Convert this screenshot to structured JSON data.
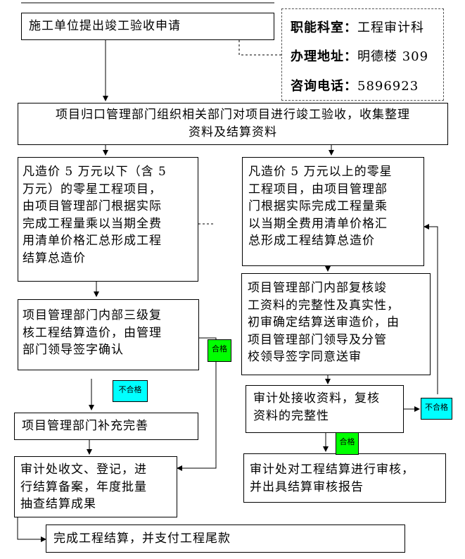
{
  "contact": {
    "dept_label": "职能科室：",
    "dept_value": "工程审计科",
    "addr_label": "办理地址：",
    "addr_value": "明德楼 309",
    "phone_label": "咨询电话：",
    "phone_value": "5896923"
  },
  "steps": {
    "apply": "施工单位提出竣工验收申请",
    "organize": "项目归口管理部门组织相关部门对项目进行竣工验收，收集整理\n资料及结算资料",
    "under5": "凡造价 5 万元以下（含 5\n万元）的零星工程项目，\n由项目管理部门根据实际\n完成工程量乘以当期全费\n用清单价格汇总形成工程\n结算总造价",
    "over5": "凡造价 5 万元以上的零星\n工程项目，由项目管理部\n门根据实际完成工程量乘\n以当期全费用清单价格汇\n总形成工程结算总造价",
    "three_level": "项目管理部门内部三级复\n核工程结算造价，由管理\n部门领导签字确认",
    "internal_review": "项目管理部门内部复核竣\n工资料的完整性及真实性，\n初审确定结算送审造价，由\n项目管理部门领导及分管\n校领导签字同意送审",
    "supplement": "项目管理部门补充完善",
    "receive": "审计处接收资料，复核\n资料的完整性",
    "record": "审计处收文、登记，进\n行结算备案，年度批量\n抽查结算成果",
    "audit": "审计处对工程结算进行审核，\n并出具结算审核报告",
    "finish": "完成工程结算，并支付工程尾款"
  },
  "badges": {
    "qualified_1": "合格",
    "unqualified_1": "不合格",
    "unqualified_2": "不合格",
    "qualified_2": "合格"
  },
  "colors": {
    "qualified": "#00ff00",
    "unqualified": "#00ffff"
  }
}
